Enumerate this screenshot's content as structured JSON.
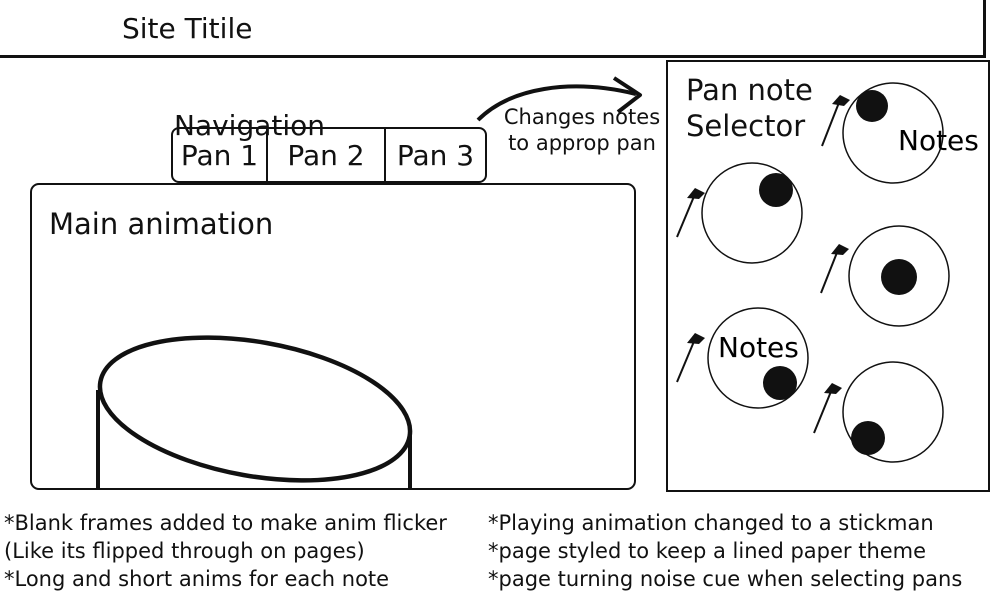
{
  "header": {
    "site_title": "Site Titile"
  },
  "navigation": {
    "label": "Navigation",
    "tabs": [
      {
        "label": "Pan 1"
      },
      {
        "label": "Pan 2"
      },
      {
        "label": "Pan 3"
      }
    ]
  },
  "arrow_note": {
    "text": "Changes notes to approp pan"
  },
  "main_area": {
    "label": "Main animation"
  },
  "side_panel": {
    "label_line1": "Pan note",
    "label_line2": "Selector",
    "notes": [
      {
        "label": "Notes"
      },
      {
        "label": ""
      },
      {
        "label": ""
      },
      {
        "label": "Notes"
      },
      {
        "label": ""
      }
    ]
  },
  "footer_notes": {
    "left": [
      "*Blank frames added to make anim flicker",
      "(Like its flipped through on pages)",
      "*Long and short anims for each note"
    ],
    "right": [
      "*Playing animation changed to a stickman",
      "*page styled to keep a lined paper theme",
      "*page turning noise cue when selecting pans"
    ]
  }
}
